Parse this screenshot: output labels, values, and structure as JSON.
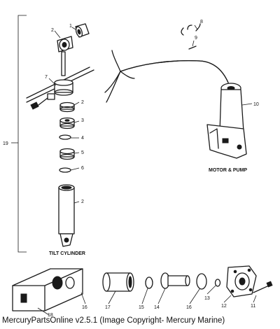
{
  "labels": {
    "c1": "1",
    "c2a": "2",
    "c7": "7",
    "c2b": "2",
    "c3": "3",
    "c4": "4",
    "c5": "5",
    "c6": "6",
    "c2c": "2",
    "c19": "19",
    "c8": "8",
    "c9": "9",
    "c10": "10",
    "c16a": "16",
    "c17": "17",
    "c15": "15",
    "c14": "14",
    "c16b": "16",
    "c13": "13",
    "c12": "12",
    "c11": "11",
    "c18": "18"
  },
  "captions": {
    "tilt": "TILT CYLINDER",
    "motor": "MOTOR & PUMP"
  },
  "footer": "MercuryPartsOnline v2.5.1 (Image Copyright- Mercury Marine)"
}
